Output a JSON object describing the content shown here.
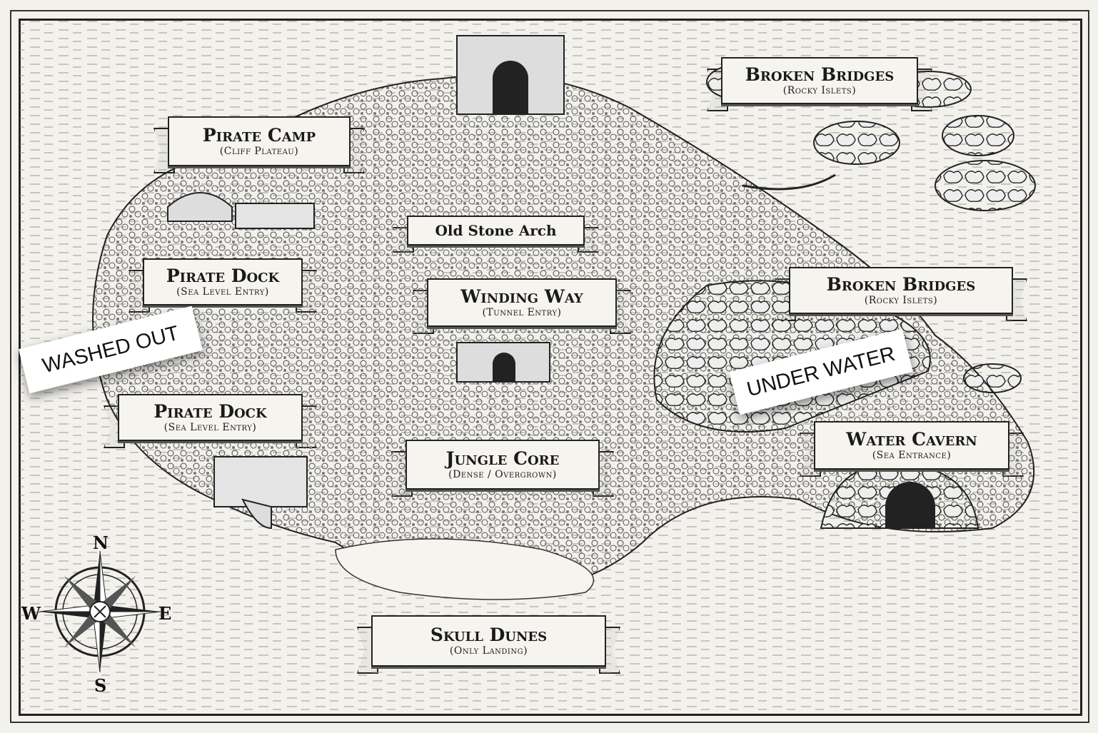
{
  "labels": [
    {
      "id": "pirate-camp",
      "title": "Pirate Camp",
      "subtitle": "(Cliff Plateau)"
    },
    {
      "id": "broken-bridges-top",
      "title": "Broken Bridges",
      "subtitle": "(Rocky Islets)"
    },
    {
      "id": "old-stone-arch",
      "title": "Old Stone Arch"
    },
    {
      "id": "pirate-dock-upper",
      "title": "Pirate Dock",
      "subtitle": "(Sea Level Entry)"
    },
    {
      "id": "winding-way",
      "title": "Winding Way",
      "subtitle": "(Tunnel Entry)"
    },
    {
      "id": "broken-bridges-right",
      "title": "Broken Bridges",
      "subtitle": "(Rocky Islets)"
    },
    {
      "id": "pirate-dock-lower",
      "title": "Pirate Dock",
      "subtitle": "(Sea Level Entry)"
    },
    {
      "id": "water-cavern",
      "title": "Water Cavern",
      "subtitle": "(Sea Entrance)"
    },
    {
      "id": "jungle-core",
      "title": "Jungle Core",
      "subtitle": "(Dense / Overgrown)"
    },
    {
      "id": "skull-dunes",
      "title": "Skull Dunes",
      "subtitle": "(Only Landing)"
    }
  ],
  "stickers": {
    "washed_out": "WASHED OUT",
    "under_water": "UNDER WATER"
  },
  "compass": {
    "n": "N",
    "s": "S",
    "e": "E",
    "w": "W"
  },
  "colors": {
    "paper": "#f3f1ec",
    "ink": "#1a1a1a"
  }
}
